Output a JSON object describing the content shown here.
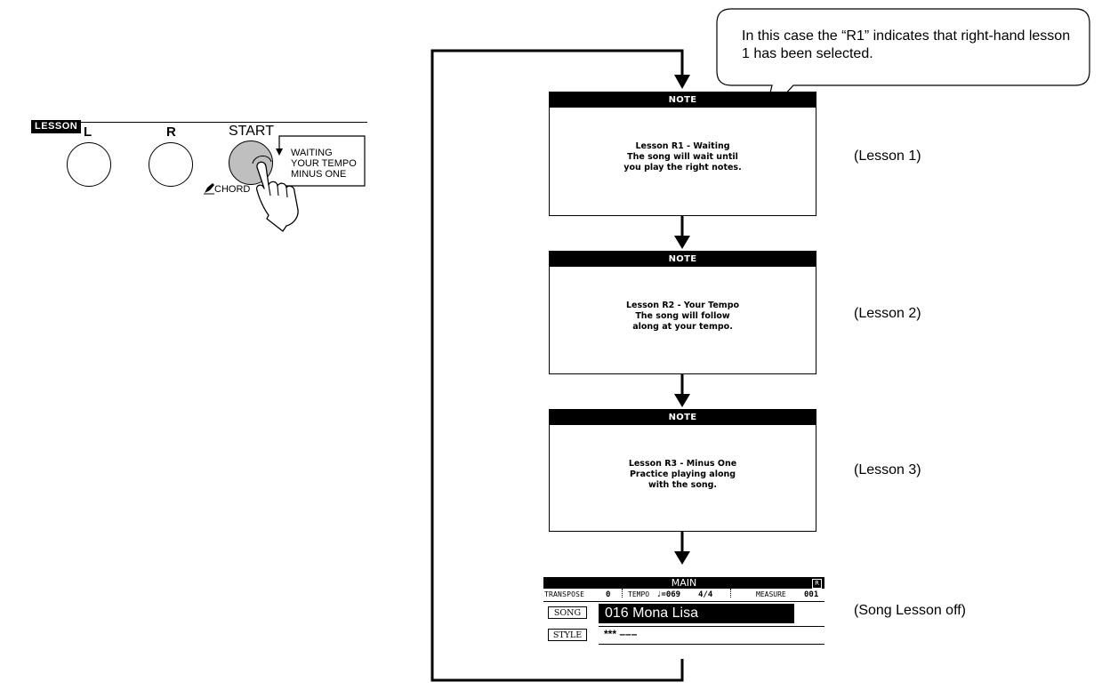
{
  "panel": {
    "section_label": "LESSON",
    "buttons": [
      "L",
      "R"
    ],
    "start_label": "START",
    "modes": [
      "WAITING",
      "YOUR TEMPO",
      "MINUS ONE"
    ],
    "chord_label": "CHORD"
  },
  "callout": {
    "text": "In this case the “R1” indicates that right-hand lesson 1 has been selected."
  },
  "screens": [
    {
      "header": "NOTE",
      "lines": [
        "Lesson R1 - Waiting",
        "The song will wait until",
        "you play the right notes."
      ],
      "caption": "(Lesson 1)"
    },
    {
      "header": "NOTE",
      "lines": [
        "Lesson R2 - Your Tempo",
        "The song will follow",
        "along at your tempo."
      ],
      "caption": "(Lesson 2)"
    },
    {
      "header": "NOTE",
      "lines": [
        "Lesson R3 - Minus One",
        "Practice playing along",
        "with the song."
      ],
      "caption": "(Lesson 3)"
    }
  ],
  "main_display": {
    "header": "MAIN",
    "header_badge": "R",
    "transpose_label": "TRANSPOSE",
    "transpose_value": "0",
    "tempo_label": "TEMPO",
    "tempo_value": "♩=069",
    "time_signature": "4/4",
    "measure_label": "MEASURE",
    "measure_value": "001",
    "song_label": "SONG",
    "song_value": "016 Mona Lisa",
    "style_label": "STYLE",
    "style_value": "*** –––",
    "caption": "(Song Lesson off)"
  },
  "colors": {
    "line": "#000000",
    "button_pressed": "#bfbfbf",
    "background": "#ffffff"
  }
}
